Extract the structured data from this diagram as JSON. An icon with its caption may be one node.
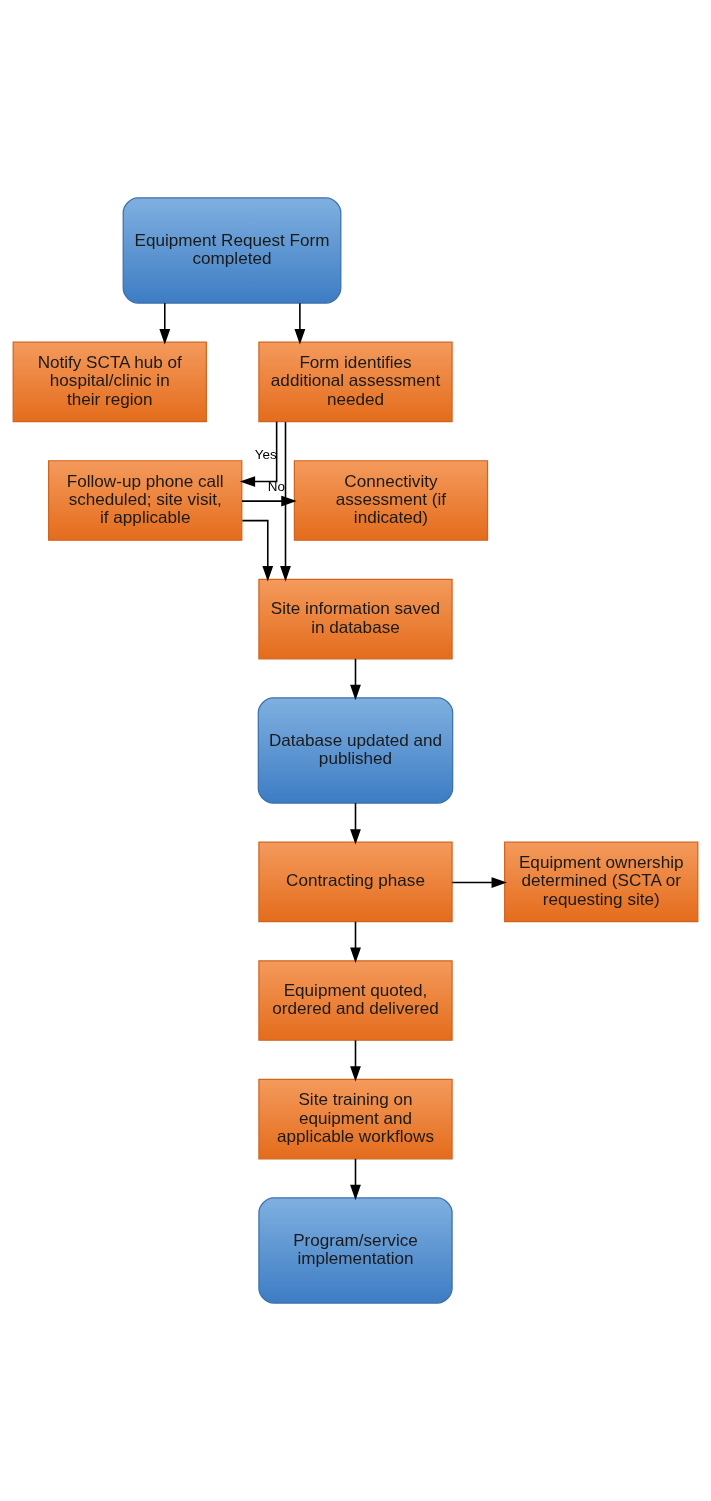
{
  "diagram": {
    "nodes": [
      {
        "text": [
          "Equipment Request Form completed"
        ]
      },
      {
        "text": [
          "Notify SCTA hub of hospital/clinic in their region"
        ]
      },
      {
        "text": [
          "Form identifies additional assessment needed"
        ]
      },
      {
        "text": [
          "Follow-up phone call scheduled; site visit, if applicable"
        ]
      },
      {
        "text": [
          "Connectivity assessment (if indicated)"
        ]
      },
      {
        "text": [
          "Site information saved in database"
        ]
      },
      {
        "text": [
          "Database updated and published"
        ]
      },
      {
        "text": [
          "Contracting phase"
        ]
      },
      {
        "text": [
          "Equipment ownership determined (SCTA or requesting site)"
        ]
      },
      {
        "text": [
          "Equipment quoted, ordered and delivered"
        ]
      },
      {
        "text": [
          "Site training on equipment and applicable workflows"
        ]
      },
      {
        "text": [
          "Program/service implementation"
        ]
      }
    ],
    "edges": [
      {
        "from": 0,
        "to": 2,
        "arrow": "to"
      },
      {
        "from": 0,
        "to": 1,
        "arrow": "to"
      },
      {
        "from": 2,
        "to": 3,
        "arrow": "to",
        "label": "Yes"
      },
      {
        "from": 2,
        "to": 5,
        "arrow": "to",
        "label": "No"
      },
      {
        "from": 3,
        "to": 4,
        "arrow": "to"
      },
      {
        "from": 3,
        "to": 5,
        "arrow": "to"
      },
      {
        "from": 5,
        "to": 6,
        "arrow": "to"
      },
      {
        "from": 6,
        "to": 7,
        "arrow": "to"
      },
      {
        "from": 7,
        "to": 8,
        "arrow": "to"
      },
      {
        "from": 7,
        "to": 9,
        "arrow": "to"
      },
      {
        "from": 9,
        "to": 10,
        "arrow": "to"
      },
      {
        "from": 10,
        "to": 11,
        "arrow": "to"
      }
    ]
  }
}
